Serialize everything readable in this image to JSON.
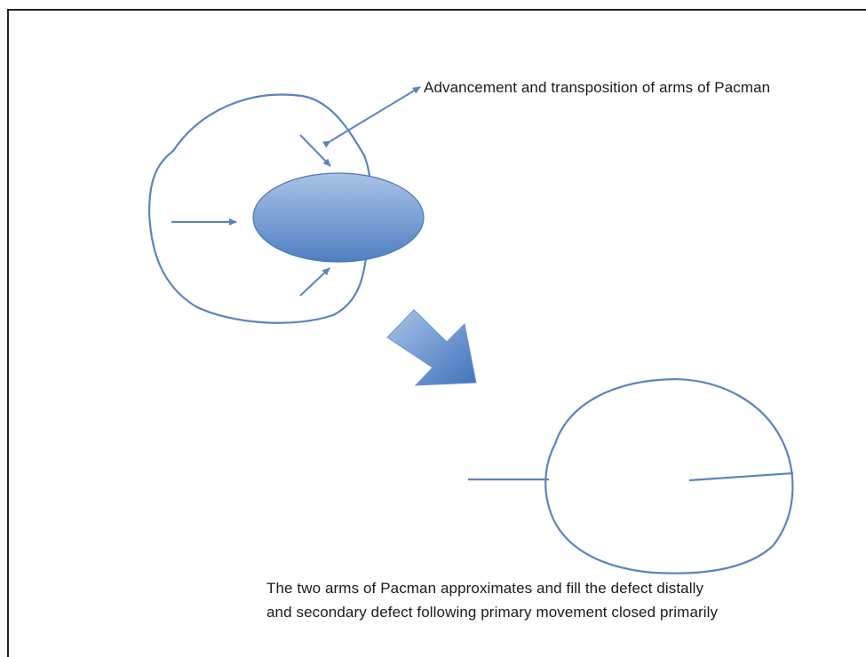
{
  "annotations": {
    "top_label": "Advancement and transposition of arms of Pacman",
    "bottom_line_1": "The two arms of Pacman approximates and fill the defect distally",
    "bottom_line_2": "and secondary defect following  primary movement closed primarily"
  },
  "colors": {
    "outline": "#5b83c0",
    "defect_fill_light": "#a9c3e6",
    "defect_fill_dark": "#4f7fc2",
    "border": "#222222",
    "text": "#1a1a1a"
  }
}
